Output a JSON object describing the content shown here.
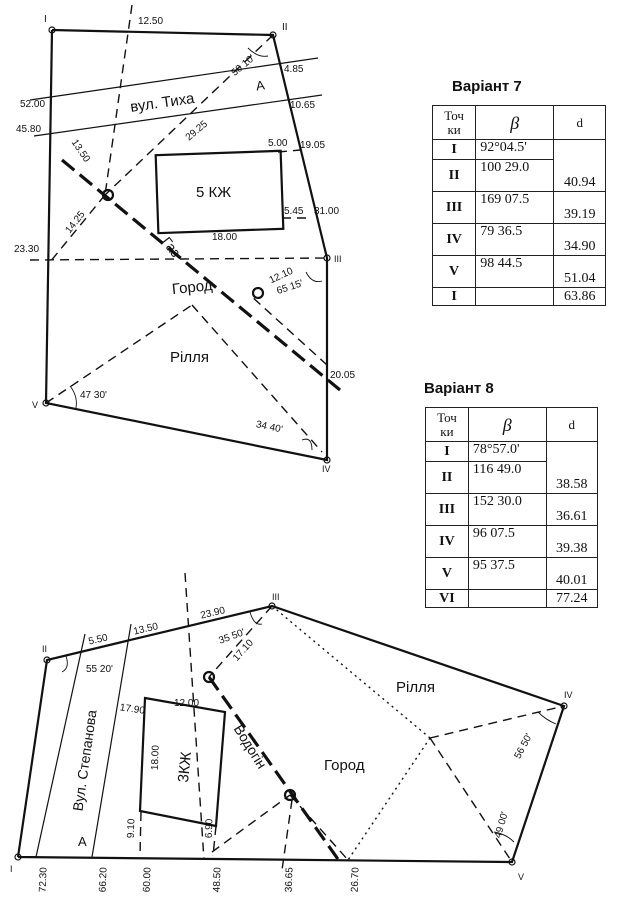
{
  "plan7": {
    "points": {
      "I": "I",
      "II": "II",
      "III": "III",
      "IV": "IV",
      "V": "V"
    },
    "street": "вул. Тиха",
    "parcel_a": "А",
    "house": "5 КЖ",
    "gas": "Газ",
    "garden": "Город",
    "field": "Рілля",
    "dims": {
      "top": "12.50",
      "d_4_85": "4.85",
      "d_10_65": "10.65",
      "d_52": "52.00",
      "d_45_80": "45.80",
      "d_23_30": "23.30",
      "d_5_00": "5.00",
      "d_19_05": "19.05",
      "d_5_45": "5.45",
      "d_31_00": "31.00",
      "d_18_00": "18.00",
      "d_20_05": "20.05",
      "d_29_25": "29.25",
      "d_13_50": "13.50",
      "d_14_25": "14.25",
      "d_12_10": "12.10"
    },
    "angles": {
      "a_50_10": "50 10'",
      "a_65_15": "65 15'",
      "a_47_30": "47 30'",
      "a_34_40": "34 40'"
    }
  },
  "plan8": {
    "points": {
      "I": "I",
      "II": "II",
      "III": "III",
      "IV": "IV",
      "V": "V"
    },
    "street": "Вул. Степанова",
    "parcel_a": "А",
    "house": "3КЖ",
    "water": "Водогін",
    "garden": "Город",
    "field": "Рілля",
    "dims": {
      "d_5_50": "5.50",
      "d_13_50": "13.50",
      "d_23_90": "23.90",
      "d_17_10": "17.10",
      "d_17_90": "17.90",
      "d_12_00": "12.00",
      "d_18_00": "18.00",
      "d_9_10": "9.10",
      "d_6_90": "6.90",
      "b_72_30": "72.30",
      "b_66_20": "66.20",
      "b_60_00": "60.00",
      "b_48_50": "48.50",
      "b_36_65": "36.65",
      "b_26_70": "26.70"
    },
    "angles": {
      "a_55_20": "55 20'",
      "a_35_50": "35 50'",
      "a_56_50": "56 50'",
      "a_49_00": "49 00'"
    }
  },
  "variant7": {
    "title": "Варіант 7",
    "head_point": "Точ ки",
    "head_beta": "β",
    "head_d": "d",
    "rows": [
      {
        "point": "I",
        "beta": "92°04.5'"
      },
      {
        "point": "II",
        "beta": "100 29.0"
      },
      {
        "point": "III",
        "beta": "169 07.5"
      },
      {
        "point": "IV",
        "beta": "79 36.5"
      },
      {
        "point": "V",
        "beta": "98 44.5"
      },
      {
        "point": "I",
        "beta": ""
      }
    ],
    "distances": [
      "40.94",
      "39.19",
      "34.90",
      "51.04",
      "63.86"
    ]
  },
  "variant8": {
    "title": "Варіант 8",
    "head_point": "Точ ки",
    "head_beta": "β",
    "head_d": "d",
    "rows": [
      {
        "point": "I",
        "beta": "78°57.0'"
      },
      {
        "point": "II",
        "beta": "116 49.0"
      },
      {
        "point": "III",
        "beta": "152 30.0"
      },
      {
        "point": "IV",
        "beta": "96 07.5"
      },
      {
        "point": "V",
        "beta": "95 37.5"
      },
      {
        "point": "VI",
        "beta": ""
      }
    ],
    "distances": [
      "38.58",
      "36.61",
      "39.38",
      "40.01",
      "77.24"
    ]
  }
}
